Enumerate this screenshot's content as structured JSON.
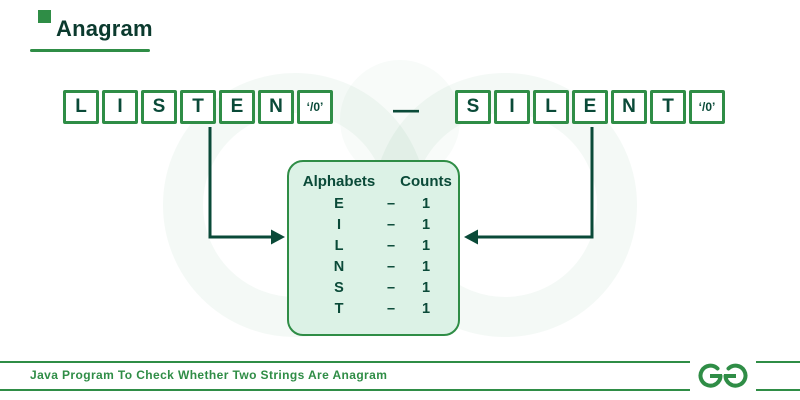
{
  "title": "Anagram",
  "word_left": {
    "letters": [
      "L",
      "I",
      "S",
      "T",
      "E",
      "N"
    ],
    "terminator": "‘/0’"
  },
  "word_right": {
    "letters": [
      "S",
      "I",
      "L",
      "E",
      "N",
      "T"
    ],
    "terminator": "‘/0’"
  },
  "separator": "—",
  "counts_table": {
    "header": {
      "col1": "Alphabets",
      "col2": "Counts"
    },
    "rows": [
      {
        "letter": "E",
        "dash": "–",
        "count": "1"
      },
      {
        "letter": "I",
        "dash": "–",
        "count": "1"
      },
      {
        "letter": "L",
        "dash": "–",
        "count": "1"
      },
      {
        "letter": "N",
        "dash": "–",
        "count": "1"
      },
      {
        "letter": "S",
        "dash": "–",
        "count": "1"
      },
      {
        "letter": "T",
        "dash": "–",
        "count": "1"
      }
    ]
  },
  "footer": {
    "caption": "Java Program To Check Whether Two Strings Are Anagram"
  },
  "colors": {
    "primary_green": "#2f8d46",
    "dark_green": "#0a4a38",
    "panel_fill": "#dcf2e6"
  }
}
